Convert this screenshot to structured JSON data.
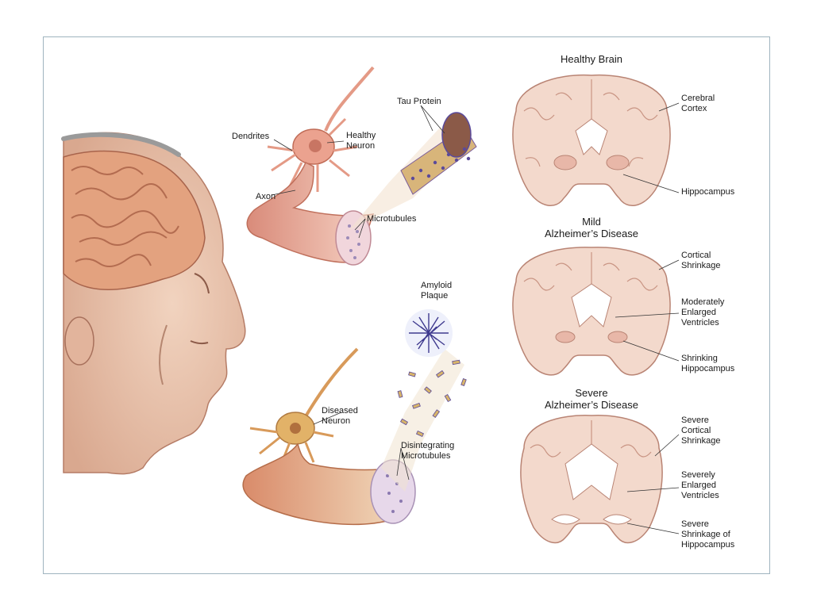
{
  "diagram": {
    "neuron_labels": {
      "dendrites": "Dendrites",
      "healthy_neuron": "Healthy\nNeuron",
      "axon": "Axon",
      "tau_protein": "Tau Protein",
      "microtubules": "Microtubules",
      "amyloid_plaque": "Amyloid\nPlaque",
      "diseased_neuron": "Diseased\nNeuron",
      "disintegrating_microtubules": "Disintegrating\nMicrotubules"
    },
    "brain_panels": [
      {
        "title": "Healthy Brain",
        "labels": [
          "Cerebral\nCortex",
          "Hippocampus"
        ]
      },
      {
        "title": "Mild\nAlzheimer’s Disease",
        "labels": [
          "Cortical\nShrinkage",
          "Moderately\nEnlarged\nVentricles",
          "Shrinking\nHippocampus"
        ]
      },
      {
        "title": "Severe\nAlzheimer’s Disease",
        "labels": [
          "Severe\nCortical\nShrinkage",
          "Severely\nEnlarged\nVentricles",
          "Severe\nShrinkage of\nHippocampus"
        ]
      }
    ]
  },
  "colors": {
    "frame_border": "#9fb4bf",
    "brain_tissue": "#f3d9cc",
    "brain_outline": "#b98474",
    "skin": "#e8c4ae",
    "neuron": "#e9a38f",
    "protein_purple": "#5b4a9a",
    "protein_gold": "#d7b46a"
  },
  "icons": [
    "head-profile-illustration",
    "neuron-illustration",
    "brain-coronal-section"
  ]
}
